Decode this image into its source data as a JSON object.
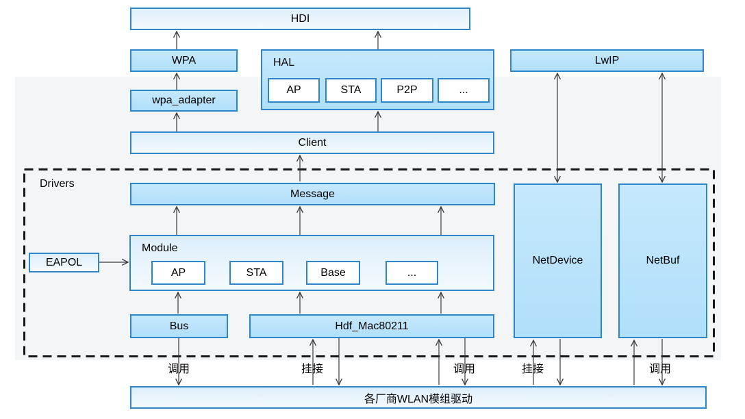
{
  "diagram": {
    "nodes": {
      "hdi": {
        "label": "HDI"
      },
      "wpa": {
        "label": "WPA"
      },
      "wpa_adapter": {
        "label": "wpa_adapter"
      },
      "hal": {
        "label": "HAL",
        "children": [
          "AP",
          "STA",
          "P2P",
          "..."
        ]
      },
      "lwip": {
        "label": "LwIP"
      },
      "client": {
        "label": "Client"
      },
      "drivers_group": {
        "label": "Drivers"
      },
      "message": {
        "label": "Message"
      },
      "module": {
        "label": "Module",
        "children": [
          "AP",
          "STA",
          "Base",
          "..."
        ]
      },
      "eapol": {
        "label": "EAPOL"
      },
      "bus": {
        "label": "Bus"
      },
      "hdf_mac80211": {
        "label": "Hdf_Mac80211"
      },
      "netdevice": {
        "label": "NetDevice"
      },
      "netbuf": {
        "label": "NetBuf"
      },
      "vendor_driver": {
        "label": "各厂商WLAN模组驱动"
      }
    },
    "edge_labels": {
      "bus_call": "调用",
      "hdf_hook": "挂接",
      "hdf_call": "调用",
      "netdevice_hook": "挂接",
      "netbuf_call": "调用"
    },
    "colors": {
      "box_border": "#2e86c8",
      "medium_fill": "#b8e3fb",
      "light_fill": "#e9f4fd",
      "gray_band": "#f4f5f6",
      "arrow": "#3a3a3a",
      "dashed_border": "#151515"
    }
  }
}
